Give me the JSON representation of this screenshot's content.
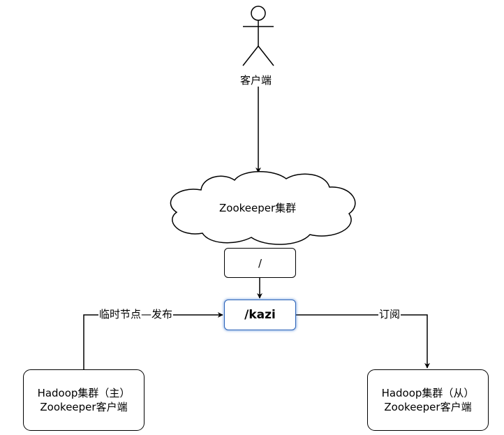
{
  "actor": {
    "label": "客户端"
  },
  "cluster": {
    "label": "Zookeeper集群"
  },
  "nodes": {
    "root": "/",
    "kazi": "/kazi"
  },
  "edges": {
    "publish_label": "临时节点—发布",
    "subscribe_label": "订阅"
  },
  "master": {
    "line1": "Hadoop集群（主）",
    "line2": "Zookeeper客户端"
  },
  "slave": {
    "line1": "Hadoop集群（从）",
    "line2": "Zookeeper客户端"
  }
}
